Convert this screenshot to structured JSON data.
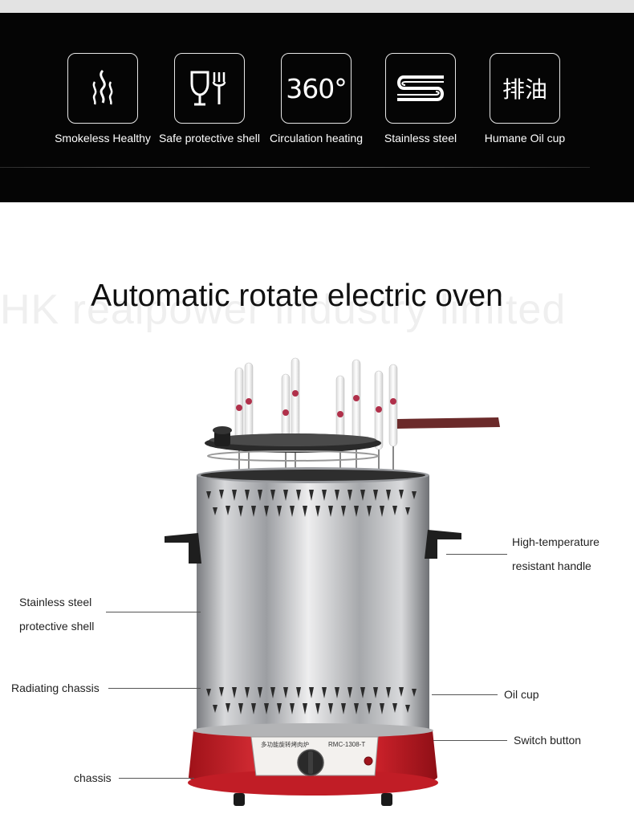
{
  "features": [
    {
      "icon": "smoke-icon",
      "label": "Smokeless  Healthy"
    },
    {
      "icon": "cup-fork-icon",
      "label": "Safe protective shell"
    },
    {
      "icon": "rotation-360-icon",
      "symbol": "360°",
      "label": "Circulation heating"
    },
    {
      "icon": "steel-coil-icon",
      "label": "Stainless steel"
    },
    {
      "icon": "oil-drain-icon",
      "symbol": "排油",
      "label": "Humane Oil cup"
    }
  ],
  "watermark": "HK realpower industry limited",
  "title": "Automatic rotate electric oven",
  "device": {
    "panel_text": "多功能旋转烤肉炉",
    "model": "RMC-1308-T"
  },
  "callouts": {
    "handle": [
      "High-temperature",
      "resistant handle"
    ],
    "shell": [
      "Stainless steel",
      "protective shell"
    ],
    "radiating": "Radiating chassis",
    "oil_cup": "Oil cup",
    "switch": "Switch button",
    "chassis": "chassis"
  },
  "colors": {
    "banner": "#050505",
    "base_red": "#d8252e",
    "steel": "#c8c9cb"
  }
}
